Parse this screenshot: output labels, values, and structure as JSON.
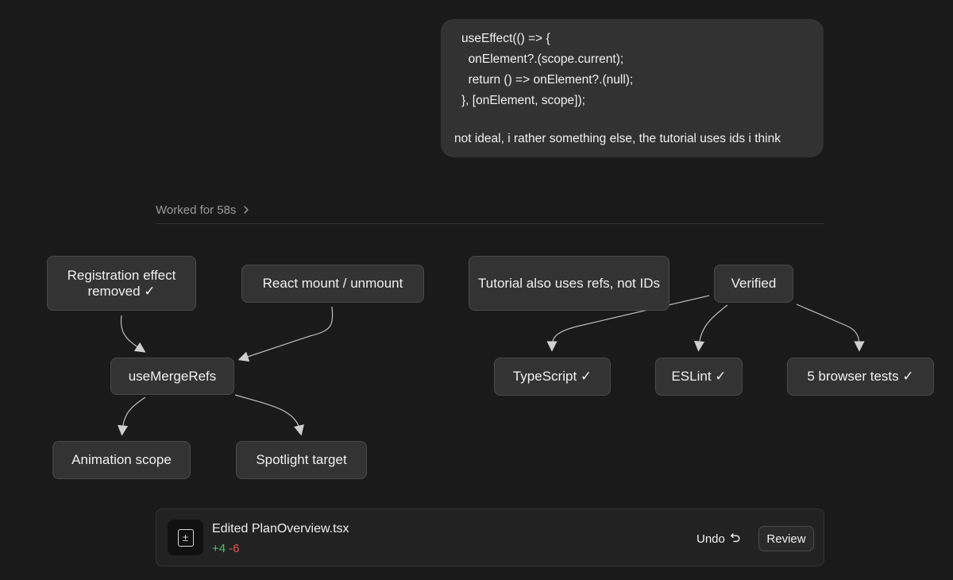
{
  "user_message": {
    "code_lines": [
      "useEffect(() => {",
      "  onElement?.(scope.current);",
      "  return () => onElement?.(null);",
      "}, [onElement, scope]);"
    ],
    "text": "not ideal, i rather something else, the tutorial uses ids i think"
  },
  "worked": {
    "label": "Worked for 58s",
    "chevron": "chevron-right-icon"
  },
  "diagram": {
    "nodes": {
      "registration_effect": "Registration effect removed ✓",
      "react_mount": "React mount / unmount",
      "use_merge_refs": "useMergeRefs",
      "animation_scope": "Animation scope",
      "spotlight_target": "Spotlight target",
      "tutorial_refs": "Tutorial also uses refs, not IDs",
      "verified": "Verified",
      "typescript": "TypeScript ✓",
      "eslint": "ESLint ✓",
      "browser_tests": "5 browser tests ✓"
    }
  },
  "edit_card": {
    "title": "Edited PlanOverview.tsx",
    "additions": "+4",
    "deletions": "-6",
    "undo_label": "Undo",
    "review_label": "Review",
    "icon": "diff-file-icon"
  },
  "colors": {
    "background": "#1a1a1a",
    "bubble": "#323232",
    "node": "#333333",
    "additions": "#4cc36a",
    "deletions": "#e5534b"
  }
}
